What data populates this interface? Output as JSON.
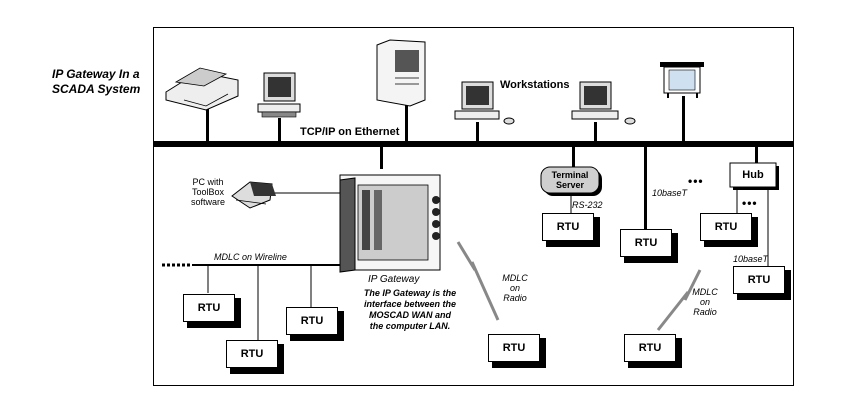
{
  "figure": {
    "side_title_line1": "IP Gateway In a",
    "side_title_line2": "SCADA System",
    "workstations_label": "Workstations",
    "ethernet_label": "TCP/IP on Ethernet",
    "pc_label_line1": "PC with",
    "pc_label_line2": "ToolBox",
    "pc_label_line3": "software",
    "terminal_server_line1": "Terminal",
    "terminal_server_line2": "Server",
    "rs232_label": "RS-232",
    "tenbase_label_1": "10baseT",
    "tenbase_label_2": "10baseT",
    "ellipsis": "•••",
    "hub_label": "Hub",
    "mdlc_wireline_label": "MDLC on Wireline",
    "ip_gateway_label": "IP Gateway",
    "gateway_desc_line1": "The IP Gateway is the",
    "gateway_desc_line2": "interface between the",
    "gateway_desc_line3": "MOSCAD WAN and",
    "gateway_desc_line4": "the computer LAN.",
    "mdlc_radio_1_line1": "MDLC",
    "mdlc_radio_1_line2": "on",
    "mdlc_radio_1_line3": "Radio",
    "mdlc_radio_2_line1": "MDLC",
    "mdlc_radio_2_line2": "on",
    "mdlc_radio_2_line3": "Radio",
    "rtu_label": "RTU"
  }
}
